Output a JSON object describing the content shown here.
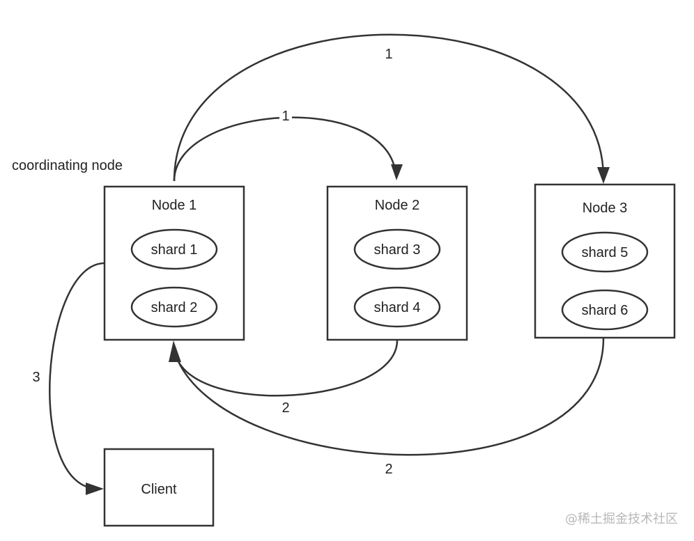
{
  "annotation": "coordinating node",
  "nodes": [
    {
      "title": "Node 1",
      "shards": [
        "shard 1",
        "shard 2"
      ]
    },
    {
      "title": "Node 2",
      "shards": [
        "shard 3",
        "shard 4"
      ]
    },
    {
      "title": "Node 3",
      "shards": [
        "shard 5",
        "shard 6"
      ]
    }
  ],
  "client": {
    "label": "Client"
  },
  "edges": [
    {
      "from": "Node 1",
      "to": "Node 2",
      "label": "1"
    },
    {
      "from": "Node 1",
      "to": "Node 3",
      "label": "1"
    },
    {
      "from": "Node 2",
      "to": "Node 1",
      "label": "2"
    },
    {
      "from": "Node 3",
      "to": "Node 1",
      "label": "2"
    },
    {
      "from": "Node 1",
      "to": "Client",
      "label": "3"
    }
  ],
  "watermark": "@稀土掘金技术社区",
  "colors": {
    "stroke": "#333333",
    "text": "#222222",
    "watermark": "#b8b8b8"
  }
}
